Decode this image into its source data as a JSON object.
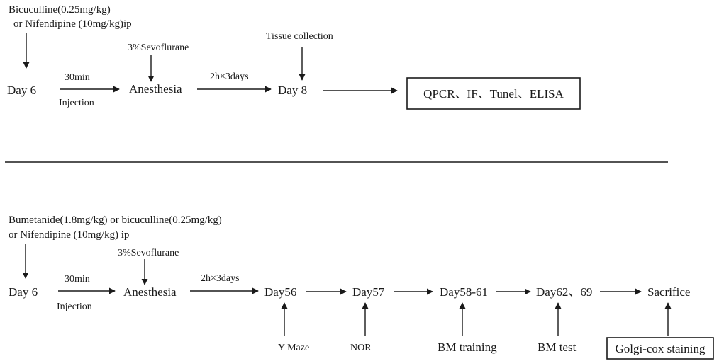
{
  "panel_a": {
    "drug_line1": "Bicuculline(0.25mg/kg)",
    "drug_line2": "or Nifendipine (10mg/kg)ip",
    "day6": "Day 6",
    "interval": "30min",
    "injection": "Injection",
    "sevo": "3%Sevoflurane",
    "anesthesia": "Anesthesia",
    "duration": "2h×3days",
    "tissue": "Tissue collection",
    "day8": "Day 8",
    "assays": "QPCR、IF、Tunel、ELISA"
  },
  "panel_b": {
    "drug_line1": "Bumetanide(1.8mg/kg) or bicuculline(0.25mg/kg)",
    "drug_line2": "or Nifendipine (10mg/kg) ip",
    "day6": "Day 6",
    "interval": "30min",
    "injection": "Injection",
    "sevo": "3%Sevoflurane",
    "anesthesia": "Anesthesia",
    "duration": "2h×3days",
    "day56": "Day56",
    "day57": "Day57",
    "day58_61": "Day58-61",
    "day62_69": "Day62、69",
    "sacrifice": "Sacrifice",
    "ymaze": "Y Maze",
    "nor": "NOR",
    "bm_training": "BM training",
    "bm_test": "BM test",
    "golgi": "Golgi-cox staining"
  }
}
